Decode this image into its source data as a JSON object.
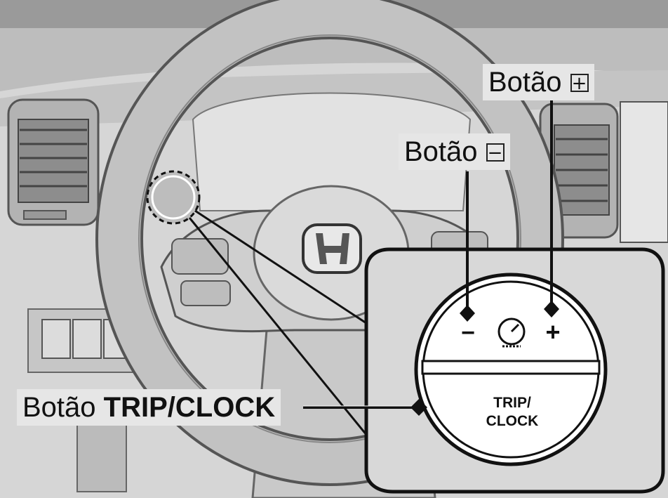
{
  "labels": {
    "plus_button": {
      "text": "Botão",
      "symbol": "+"
    },
    "minus_button": {
      "text": "Botão",
      "symbol": "−"
    },
    "trip_clock_button": {
      "prefix": "Botão",
      "name": "TRIP/CLOCK"
    }
  },
  "detail": {
    "minus_sign": "−",
    "plus_sign": "+",
    "trip_line1": "TRIP/",
    "trip_line2": "CLOCK",
    "center_icon": "speedometer-icon"
  },
  "vehicle": {
    "emblem": "honda-logo-icon"
  }
}
